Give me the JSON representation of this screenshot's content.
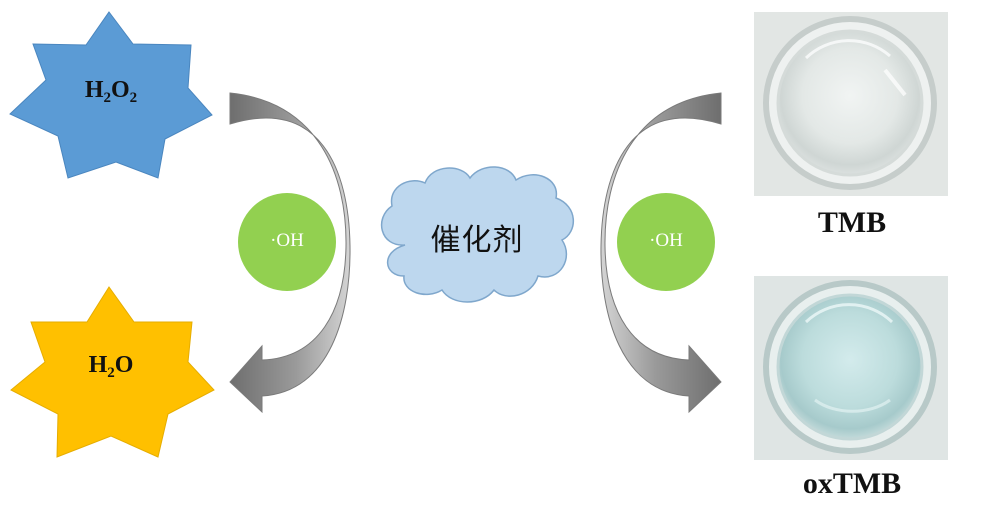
{
  "reactant": {
    "main": "H",
    "sub1": "2",
    "mid": "O",
    "sub2": "2",
    "color": "#5b9bd5"
  },
  "product": {
    "main": "H",
    "sub1": "2",
    "mid": "O",
    "color": "#ffc000"
  },
  "radical_left": "·OH",
  "radical_right": "·OH",
  "radical_color": "#92d050",
  "catalyst": {
    "label": "催化剂",
    "color": "#bdd7ee"
  },
  "photos": [
    {
      "caption": "TMB",
      "tint": "#dfe4e2"
    },
    {
      "caption": "oxTMB",
      "tint": "#c7e1e0"
    }
  ],
  "arrow_color": "#8c8c8c"
}
